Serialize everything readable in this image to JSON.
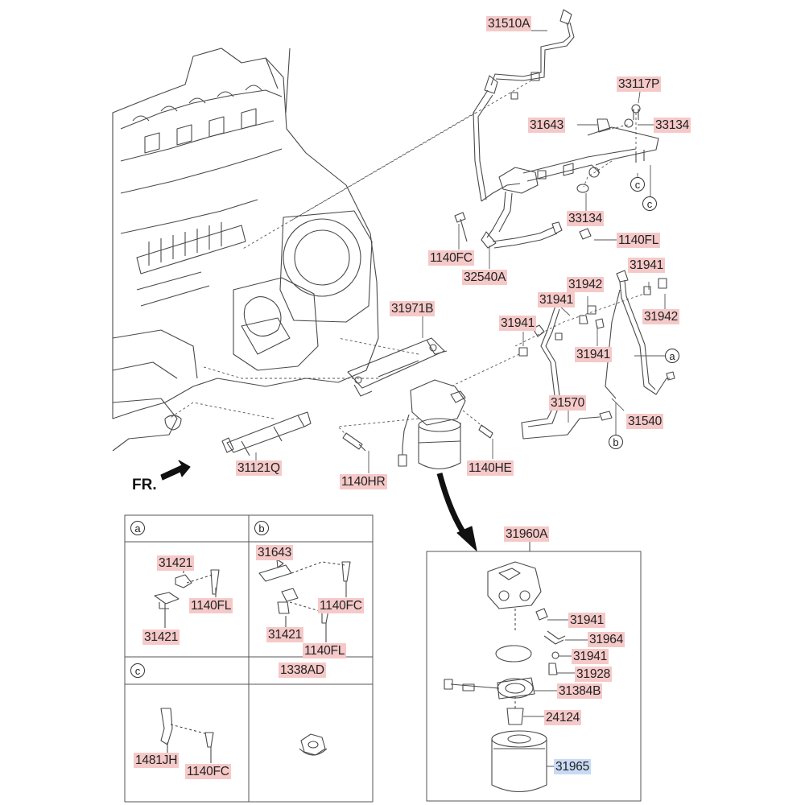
{
  "labels": {
    "p31510A": "31510A",
    "p33117P": "33117P",
    "p31643_top": "31643",
    "p33134_a": "33134",
    "p33134_b": "33134",
    "p1140FL_top": "1140FL",
    "p1140FC_top": "1140FC",
    "p32540A": "32540A",
    "p31941_r1": "31941",
    "p31942_a": "31942",
    "p31941_r2": "31941",
    "p31942_b": "31942",
    "p31971B": "31971B",
    "p31941_r3": "31941",
    "p31941_r4": "31941",
    "p31570": "31570",
    "p31540": "31540",
    "p31121Q": "31121Q",
    "p1140HR": "1140HR",
    "p1140HE": "1140HE",
    "p31960A": "31960A",
    "p31941_d1": "31941",
    "p31964": "31964",
    "p31941_d2": "31941",
    "p31928": "31928",
    "p31384B": "31384B",
    "p24124": "24124",
    "p31965": "31965",
    "p31421_a1": "31421",
    "p1140FL_a": "1140FL",
    "p31421_a2": "31421",
    "p31643_b": "31643",
    "p1140FC_b": "1140FC",
    "p31421_b": "31421",
    "p1140FL_b": "1140FL",
    "p1338AD": "1338AD",
    "p1481JH": "1481JH",
    "p1140FC_c": "1140FC"
  },
  "direction_marker": "FR.",
  "callouts": {
    "a": "a",
    "b": "b",
    "c": "c"
  },
  "colors": {
    "label_bg": "#f6c9c9",
    "label_highlight_bg": "#c9daf4",
    "line": "#333333"
  }
}
